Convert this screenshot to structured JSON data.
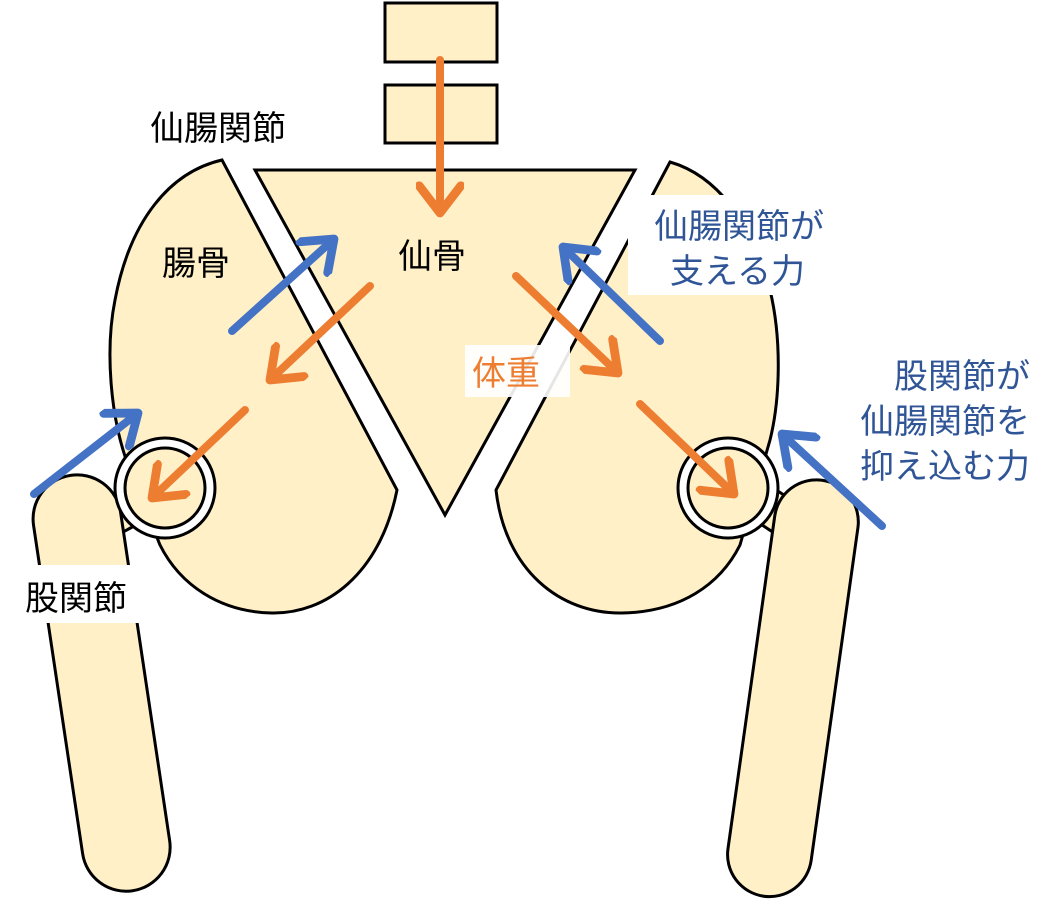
{
  "title": "仙腸関節と股関節にかかる力",
  "colors": {
    "bone": "#FFF0C8",
    "outline": "#000000",
    "weight_arrow": "#ED7D31",
    "support_arrow": "#4472C4",
    "blue_text": "#2F5597"
  },
  "labels": {
    "sacroiliac_joint": "仙腸関節",
    "ilium": "腸骨",
    "sacrum": "仙骨",
    "body_weight": "体重",
    "hip_joint": "股関節",
    "si_support_line1": "仙腸関節が",
    "si_support_line2": "支える力",
    "hip_force_line1": "股関節が",
    "hip_force_line2": "仙腸関節を",
    "hip_force_line3": "抑え込む力"
  }
}
